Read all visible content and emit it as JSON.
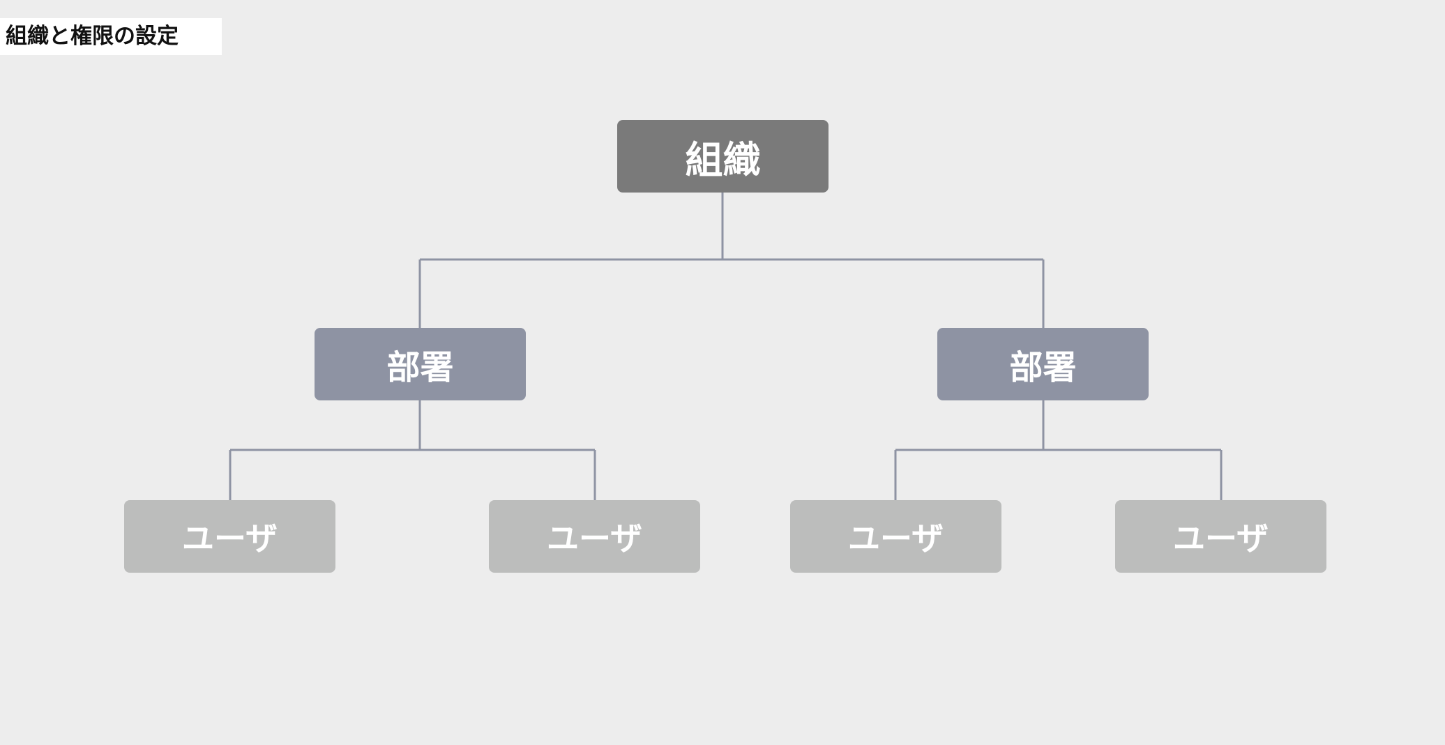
{
  "page_title": "組織と権限の設定",
  "colors": {
    "background": "#ededed",
    "title_background": "#ffffff",
    "org_node": "#7a7a7a",
    "dept_node": "#8e93a3",
    "user_node": "#bcbdbc",
    "connector": "#8e93a3",
    "node_text": "#ffffff"
  },
  "tree": {
    "root": {
      "label": "組織",
      "departments": [
        {
          "label": "部署",
          "users": [
            {
              "label": "ユーザ"
            },
            {
              "label": "ユーザ"
            }
          ]
        },
        {
          "label": "部署",
          "users": [
            {
              "label": "ユーザ"
            },
            {
              "label": "ユーザ"
            }
          ]
        }
      ]
    }
  }
}
